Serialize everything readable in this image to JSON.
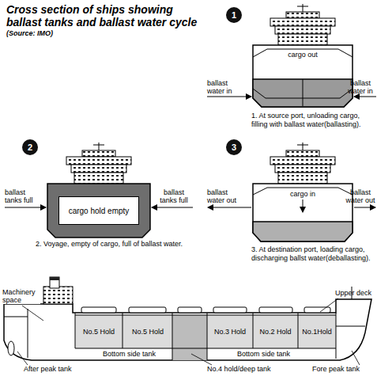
{
  "diagram": {
    "title": "Cross section of ships showing ballast tanks and ballast water cycle",
    "nodes": [
      {
        "text": [
          "1"
        ]
      },
      {
        "text": [
          "2"
        ]
      },
      {
        "text": [
          "cargo hold empty"
        ]
      },
      {
        "text": [
          "3"
        ]
      }
    ],
    "labels": [
      "(Source: IMO)",
      "cargo out",
      "ballast water in",
      "ballast water in",
      "1. At source port, unloading cargo, filling with ballast water(ballasting).",
      "ballast tanks full",
      "ballast tanks full",
      "2. Voyage, empty of cargo, full of ballast water.",
      "ballast water out",
      "ballast water out",
      "cargo in",
      "3. At destination port, loading cargo, discharging ballst water(deballasting).",
      "Machinery space",
      "Upper deck",
      "No.5 Hold",
      "No.5 Hold",
      "No.3 Hold",
      "No.2 Hold",
      "No.1Hold",
      "Bottom side tank",
      "Bottom side tank",
      "No.4 hold/deep tank",
      "After peak tank",
      "Fore peak tank"
    ]
  }
}
